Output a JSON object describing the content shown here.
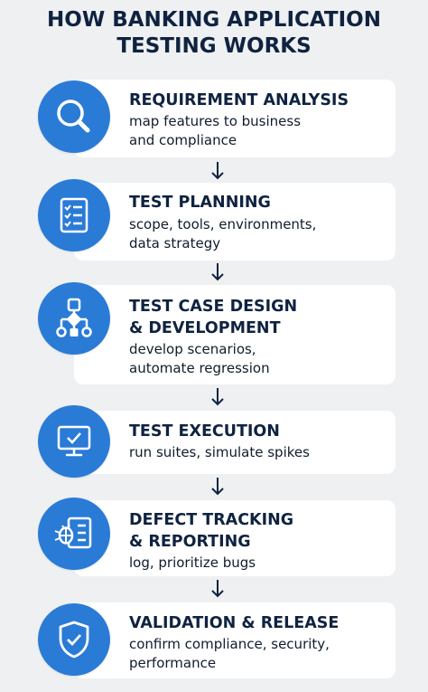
{
  "title": {
    "line1": "HOW BANKING APPLICATION",
    "line2": "TESTING WORKS"
  },
  "colors": {
    "accent": "#2a7bd6",
    "title": "#0f2340",
    "card": "#ffffff",
    "background": "#eef0f2"
  },
  "steps": [
    {
      "icon": "magnifier-icon",
      "title_lines": [
        "REQUIREMENT ANALYSIS"
      ],
      "desc_lines": [
        "map features to business",
        "and compliance"
      ]
    },
    {
      "icon": "checklist-icon",
      "title_lines": [
        "TEST PLANNING"
      ],
      "desc_lines": [
        "scope, tools, environments,",
        "data strategy"
      ]
    },
    {
      "icon": "flowchart-icon",
      "title_lines": [
        "TEST CASE DESIGN",
        "& DEVELOPMENT"
      ],
      "desc_lines": [
        "develop scenarios,",
        "automate regression"
      ]
    },
    {
      "icon": "monitor-check-icon",
      "title_lines": [
        "TEST EXECUTION"
      ],
      "desc_lines": [
        "run suites, simulate spikes"
      ]
    },
    {
      "icon": "bug-report-icon",
      "title_lines": [
        "DEFECT TRACKING",
        "& REPORTING"
      ],
      "desc_lines": [
        "log, prioritize bugs"
      ]
    },
    {
      "icon": "shield-check-icon",
      "title_lines": [
        "VALIDATION & RELEASE"
      ],
      "desc_lines": [
        "confirm compliance, security,",
        "performance"
      ]
    }
  ]
}
